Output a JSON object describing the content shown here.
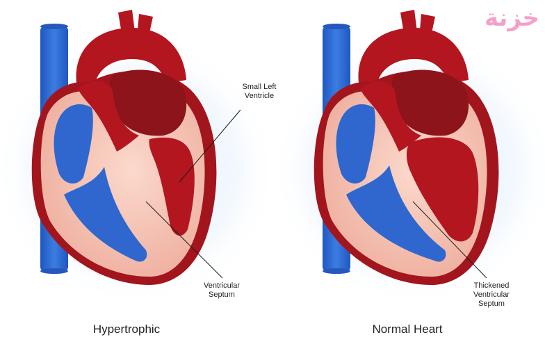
{
  "diagrams": [
    {
      "title": "Hypertrophic",
      "labels": [
        "Small Left\nVentricle",
        "Ventricular\nSeptum"
      ]
    },
    {
      "title": "Normal Heart",
      "labels": [
        "Thickened\nVentricular\nSeptum"
      ]
    }
  ],
  "logo": {
    "text": "خزنة"
  },
  "colors": {
    "vein_blue": "#2f6bd4",
    "blue_chamber": "#2f67cf",
    "aorta_red": "#b3161f",
    "dark_red": "#8c141a",
    "muscle_pink": "#f4c0b0",
    "glow": "#dfeefd"
  }
}
